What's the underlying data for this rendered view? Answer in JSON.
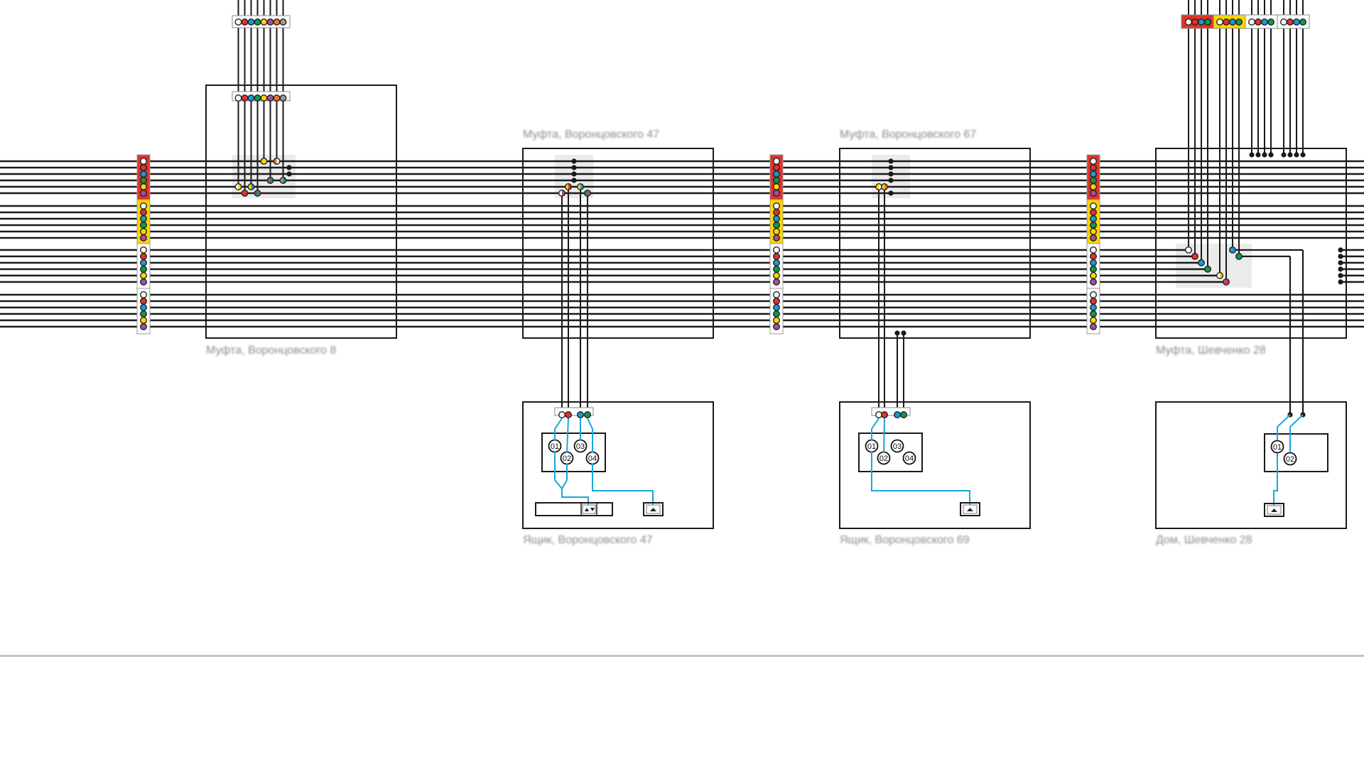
{
  "labels": {
    "splice_a": "Муфта, Воронцовского 8",
    "splice_b": "Муфта, Воронцовского 47",
    "splice_d": "Муфта, Воронцовского 67",
    "splice_f": "Муфта, Шевченко 28",
    "box_c": "Ящик, Воронцовского 47",
    "box_e": "Ящик, Воронцовского 69",
    "box_g": "Дом, Шевченко 28"
  },
  "device_ports": [
    "01",
    "02",
    "03",
    "04"
  ],
  "colors": {
    "white": "#ffffff",
    "red": "#e2332a",
    "blue": "#1b97d4",
    "green": "#0c9a4c",
    "yellow": "#ffd600",
    "purple": "#a24f9c",
    "orange": "#f27a1d",
    "gray": "#9a9a9a",
    "fiber_link": "#1aa6dc",
    "cable": "#1a1a1a",
    "shade": "#ebebeb",
    "divider": "#c4c4c4"
  },
  "module_colors": [
    "red",
    "yellow",
    "white",
    "white"
  ],
  "fiber_order": [
    "white",
    "red",
    "blue",
    "green",
    "yellow",
    "purple"
  ],
  "connector_fiber_order": [
    "white",
    "red",
    "blue",
    "green",
    "yellow",
    "purple",
    "orange",
    "gray"
  ]
}
